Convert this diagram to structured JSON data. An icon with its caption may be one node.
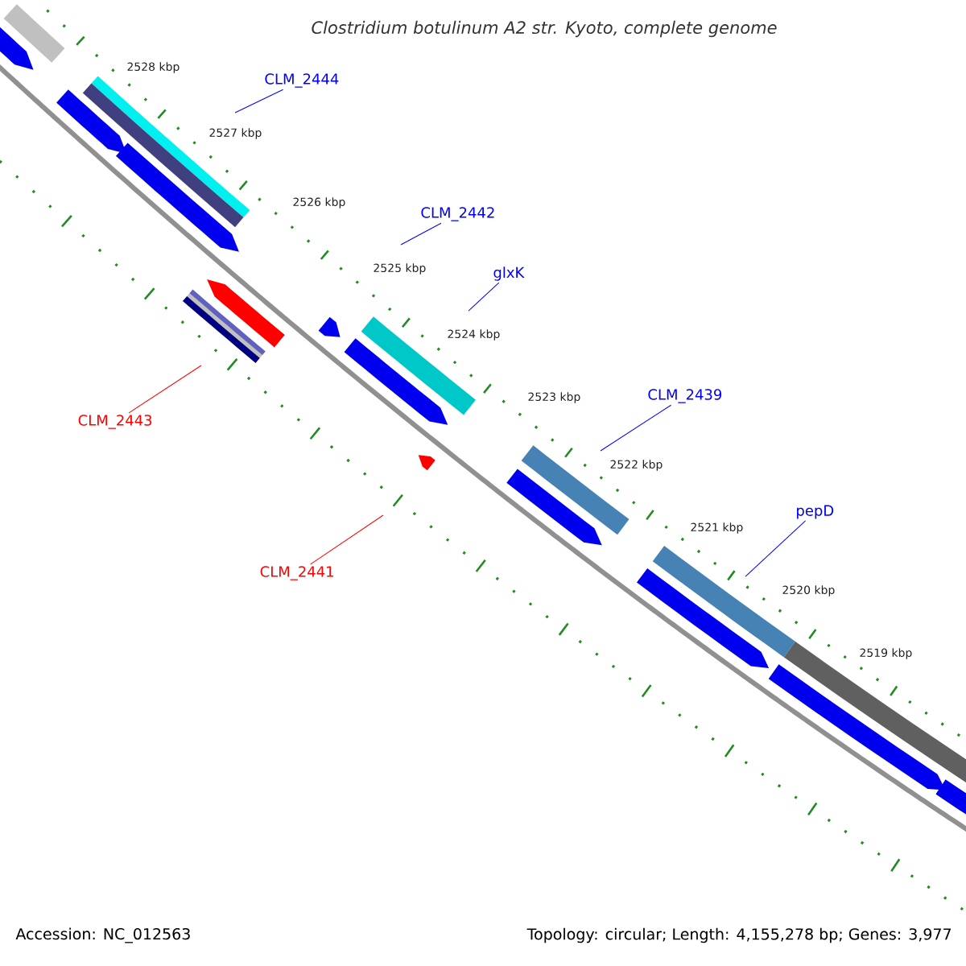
{
  "diagram": {
    "title": "Clostridium botulinum A2 str. Kyoto, complete genome",
    "nodes": [
      {
        "text": [
          "CLM_2444"
        ]
      },
      {
        "text": [
          "CLM_2442"
        ]
      },
      {
        "text": [
          "glxK"
        ]
      },
      {
        "text": [
          "CLM_2439"
        ]
      },
      {
        "text": [
          "pepD"
        ]
      },
      {
        "text": [
          "CLM_2443"
        ]
      },
      {
        "text": [
          "CLM_2441"
        ]
      }
    ],
    "edges": [
      {
        "from": 0,
        "to": null,
        "arrow": "none"
      },
      {
        "from": 1,
        "to": null,
        "arrow": "none"
      },
      {
        "from": 2,
        "to": null,
        "arrow": "none"
      },
      {
        "from": 3,
        "to": null,
        "arrow": "none"
      },
      {
        "from": 4,
        "to": null,
        "arrow": "none"
      },
      {
        "from": 5,
        "to": null,
        "arrow": "none",
        "color": "#ff0000"
      },
      {
        "from": 6,
        "to": null,
        "arrow": "none",
        "color": "#ff0000"
      }
    ],
    "labels": [
      "2528 kbp",
      "2527 kbp",
      "2526 kbp",
      "2525 kbp",
      "2524 kbp",
      "2523 kbp",
      "2522 kbp",
      "2521 kbp",
      "2520 kbp",
      "2519 kbp",
      "Accession: NC_012563",
      "Topology: circular; Length: 4,155,278 bp; Genes: 3,977"
    ]
  }
}
